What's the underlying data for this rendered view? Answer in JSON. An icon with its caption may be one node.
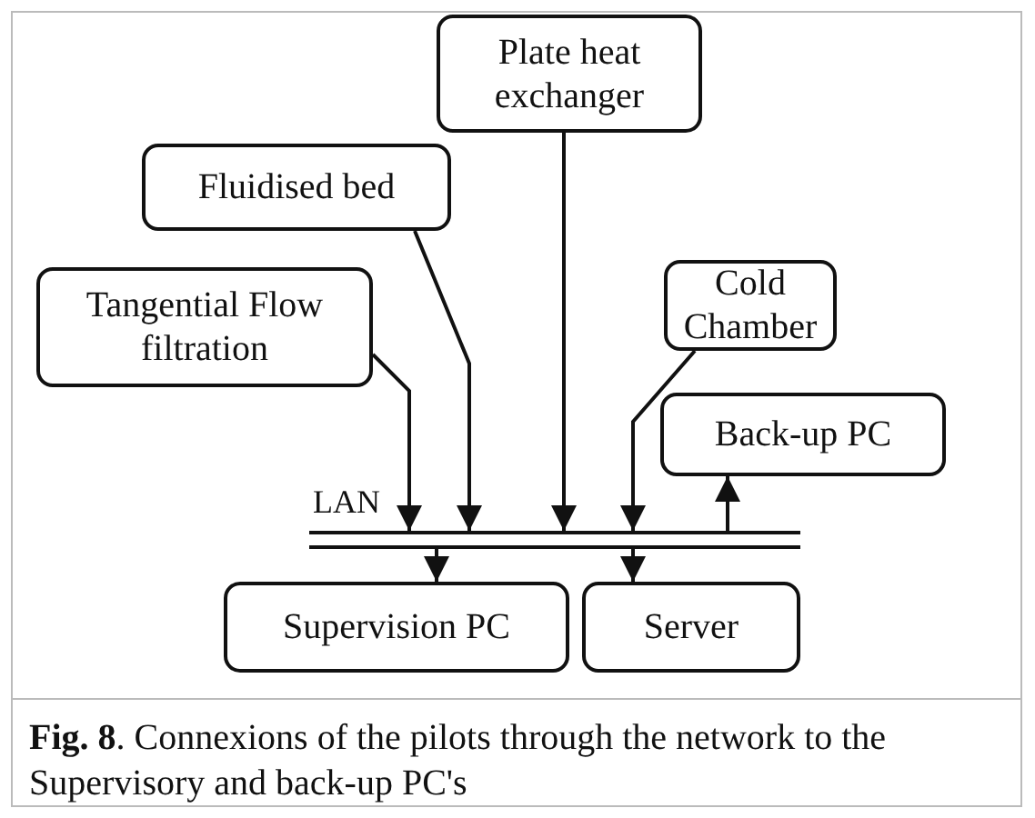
{
  "diagram": {
    "caption": "**Fig. 8**. Connexions of the pilots through the network to the Supervisory and back-up PC's",
    "nodes": [
      {
        "text": [
          "Tangential Flow filtration"
        ]
      },
      {
        "text": [
          "Fluidised bed"
        ]
      },
      {
        "text": [
          "Plate heat exchanger"
        ]
      },
      {
        "text": [
          "Cold Chamber"
        ]
      },
      {
        "text": [
          "Back-up PC"
        ]
      },
      {
        "text": [],
        "shape": "bar"
      },
      {
        "text": [
          "Supervision PC"
        ]
      },
      {
        "text": [
          "Server"
        ]
      }
    ],
    "edges": [
      {
        "from": 0,
        "to": 5,
        "arrow": "to"
      },
      {
        "from": 1,
        "to": 5,
        "arrow": "to"
      },
      {
        "from": 2,
        "to": 5,
        "arrow": "to"
      },
      {
        "from": 3,
        "to": 5,
        "arrow": "to"
      },
      {
        "from": 5,
        "to": 4,
        "arrow": "to"
      },
      {
        "from": 5,
        "to": 6,
        "arrow": "to"
      },
      {
        "from": 5,
        "to": 7,
        "arrow": "to"
      }
    ],
    "labels": [
      "LAN"
    ]
  }
}
